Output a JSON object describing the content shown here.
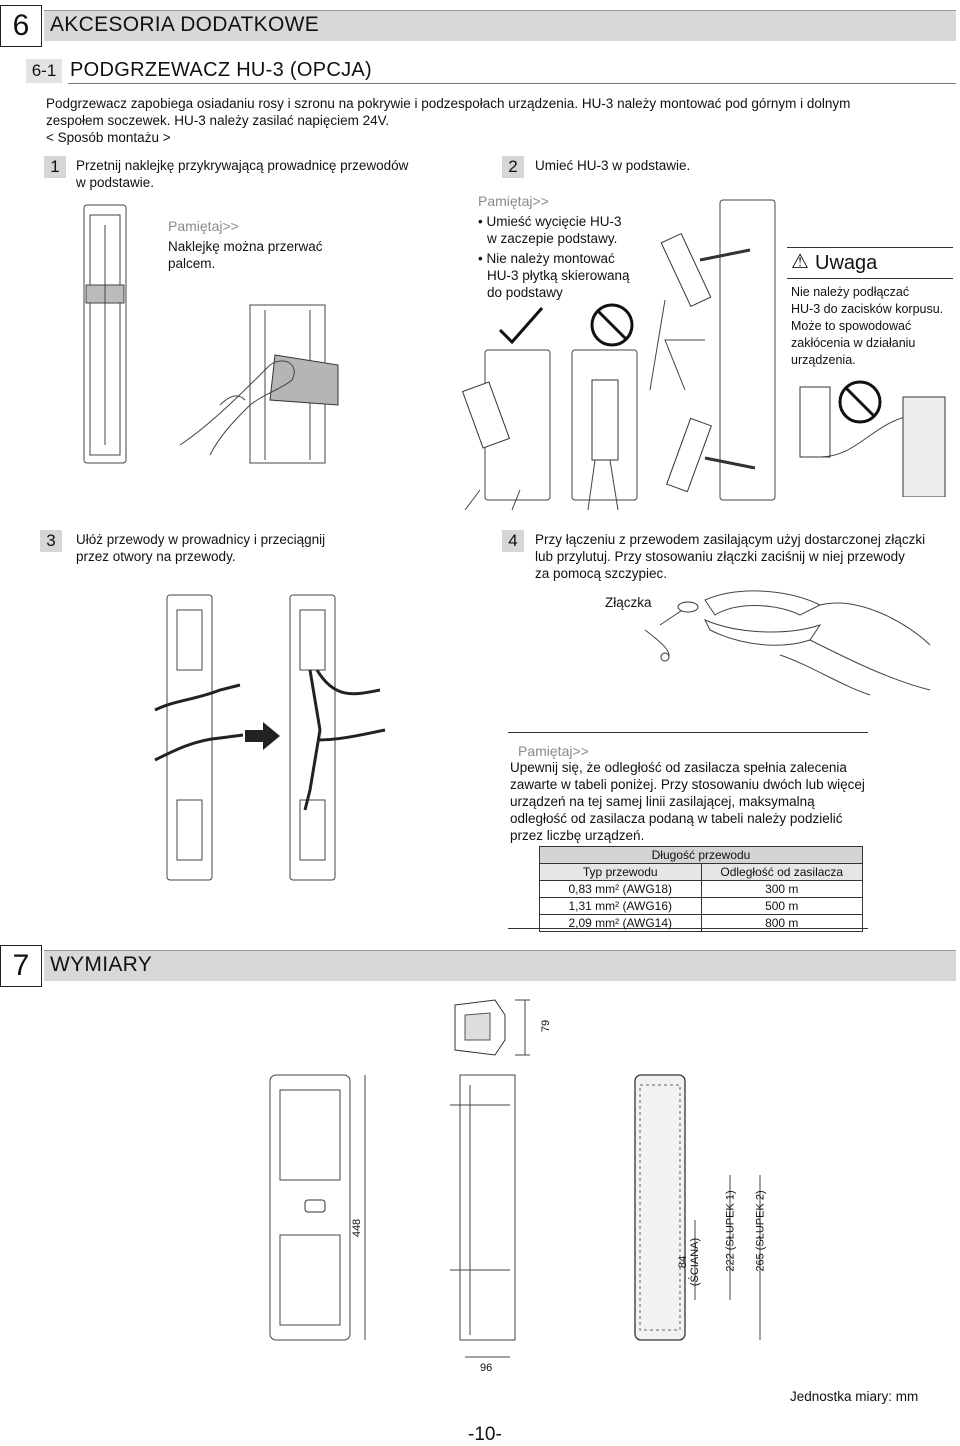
{
  "sec6": {
    "num": "6",
    "title": "AKCESORIA DODATKOWE"
  },
  "sub61": {
    "num": "6-1",
    "title": "PODGRZEWACZ HU-3 (OPCJA)"
  },
  "intro": {
    "line1": "Podgrzewacz zapobiega osiadaniu rosy i szronu na pokrywie i podzespołach urządzenia. HU-3 należy montować pod górnym i dolnym",
    "line2": "zespołem soczewek. HU-3 należy zasilać napięciem 24V.",
    "line3": "< Sposób montażu >"
  },
  "step1": {
    "num": "1",
    "line1": "Przetnij naklejkę przykrywającą prowadnicę przewodów",
    "line2": "w podstawie.",
    "remember": "Pamiętaj>>",
    "note1": "Naklejkę można przerwać",
    "note2": "palcem."
  },
  "step2": {
    "num": "2",
    "text": "Umieć HU-3 w podstawie.",
    "remember": "Pamiętaj>>",
    "b1a": "Umieść wycięcie HU-3",
    "b1b": "w zaczepie podstawy.",
    "b2a": "Nie należy montować",
    "b2b": "HU-3 płytką skierowaną",
    "b2c": "do podstawy",
    "warn_title": "Uwaga",
    "warn1": "Nie należy podłączać",
    "warn2": "HU-3 do zacisków korpusu.",
    "warn3": "Może to spowodować",
    "warn4": "zakłócenia w działaniu",
    "warn5": "urządzenia."
  },
  "step3": {
    "num": "3",
    "line1": "Ułóż przewody w prowadnicy i przeciągnij",
    "line2": "przez otwory na przewody."
  },
  "step4": {
    "num": "4",
    "line1": "Przy łączeniu z przewodem zasilającym użyj dostarczonej złączki",
    "line2": "lub przylutuj. Przy stosowaniu złączki zaciśnij w niej przewody",
    "line3": "za pomocą szczypiec.",
    "connector": "Złączka"
  },
  "note": {
    "remember": "Pamiętaj>>",
    "l1": "Upewnij się, że odległość od zasilacza spełnia zalecenia",
    "l2": "zawarte w tabeli poniżej. Przy stosowaniu dwóch lub więcej",
    "l3": "urządzeń na tej samej linii zasilającej, maksymalną",
    "l4": "odległość od zasilacza podaną w tabeli należy podzielić",
    "l5": "przez liczbę urządzeń."
  },
  "table": {
    "caption": "Długość przewodu",
    "h1": "Typ przewodu",
    "h2": "Odległość od zasilacza",
    "rows": [
      {
        "type": "0,83 mm² (AWG18)",
        "dist": "300 m"
      },
      {
        "type": "1,31 mm² (AWG16)",
        "dist": "500 m"
      },
      {
        "type": "2,09 mm² (AWG14)",
        "dist": "800 m"
      }
    ]
  },
  "sec7": {
    "num": "7",
    "title": "WYMIARY"
  },
  "dims": {
    "d79": "79",
    "d448": "448",
    "d96": "96",
    "d84": "84",
    "d84b": "(ŚCIANA)",
    "d222": "222 (SŁUPEK 1)",
    "d265": "265 (SŁUPEK 2)",
    "unit": "Jednostka miary: mm"
  },
  "page": "-10-"
}
